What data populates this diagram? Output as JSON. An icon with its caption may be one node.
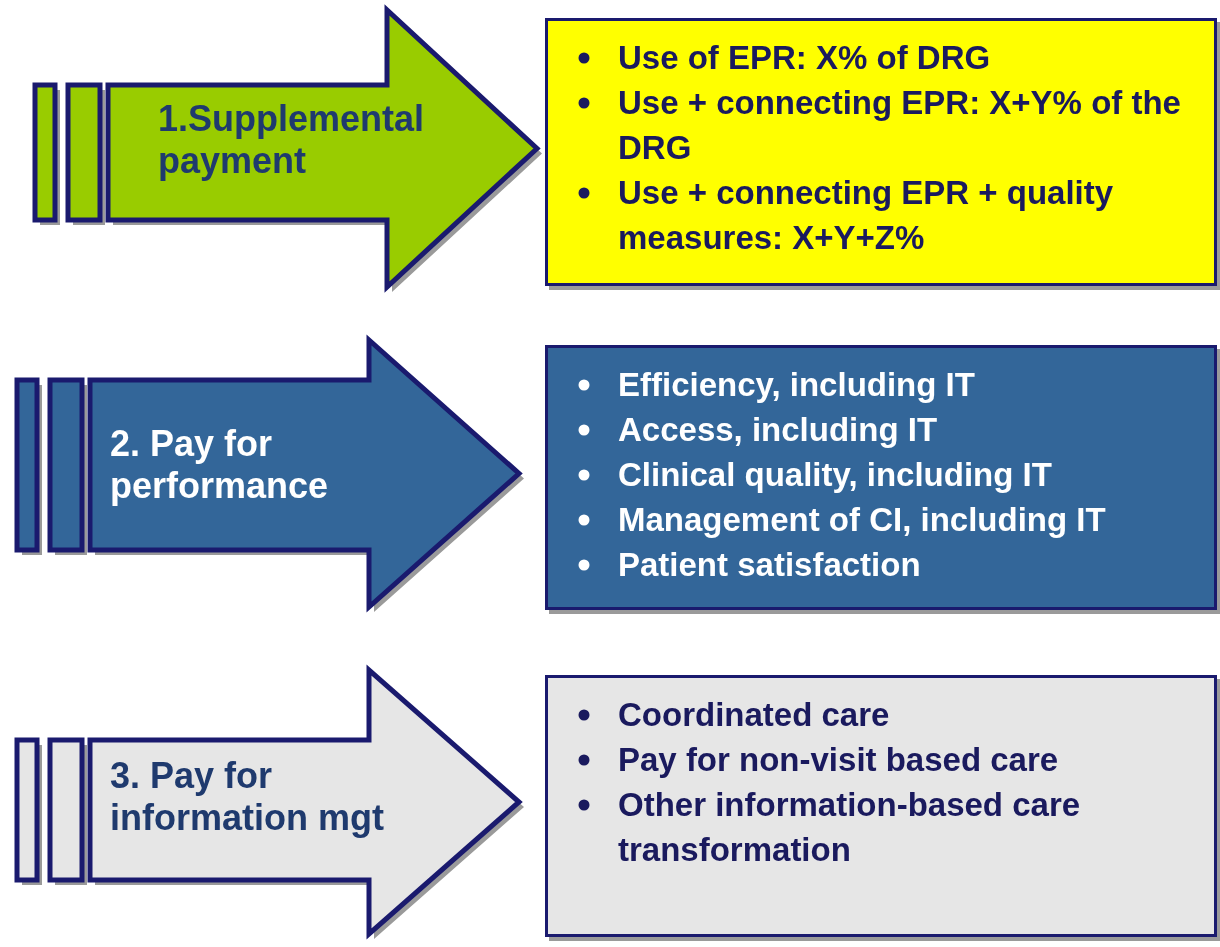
{
  "diagram": {
    "nodes": [
      {
        "text": [
          "1.Supplemental payment"
        ]
      },
      {
        "text": [
          "Use of EPR: X% of DRG",
          "Use + connecting EPR: X+Y% of the DRG",
          "Use + connecting EPR + quality measures: X+Y+Z%"
        ]
      },
      {
        "text": [
          "2. Pay for performance"
        ]
      },
      {
        "text": [
          "Efficiency, including IT",
          "Access, including IT",
          "Clinical quality, including IT",
          "Management of CI, including IT",
          "Patient satisfaction"
        ]
      },
      {
        "text": [
          "3. Pay for information mgt"
        ]
      },
      {
        "text": [
          "Coordinated care",
          "Pay for non-visit based care",
          "Other information-based care transformation"
        ]
      }
    ]
  }
}
